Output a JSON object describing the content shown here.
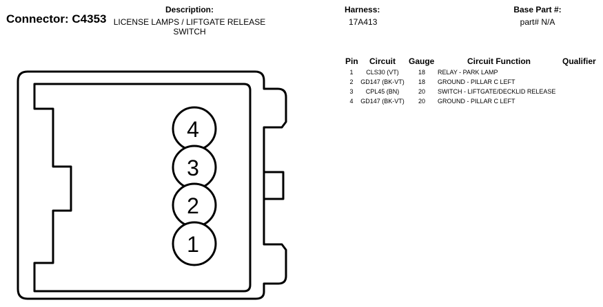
{
  "connector": {
    "label": "Connector: C4353"
  },
  "description": {
    "heading": "Description:",
    "line1": "LICENSE LAMPS / LIFTGATE RELEASE",
    "line2": "SWITCH"
  },
  "harness": {
    "heading": "Harness:",
    "value": "17A413"
  },
  "base_part": {
    "heading": "Base Part #:",
    "value": "part# N/A"
  },
  "table": {
    "headers": {
      "pin": "Pin",
      "circuit": "Circuit",
      "gauge": "Gauge",
      "function": "Circuit Function",
      "qualifier": "Qualifier"
    },
    "rows": [
      {
        "pin": "1",
        "circuit": "CLS30 (VT)",
        "gauge": "18",
        "function": "RELAY - PARK LAMP",
        "qualifier": ""
      },
      {
        "pin": "2",
        "circuit": "GD147 (BK-VT)",
        "gauge": "18",
        "function": "GROUND - PILLAR C LEFT",
        "qualifier": ""
      },
      {
        "pin": "3",
        "circuit": "CPL45 (BN)",
        "gauge": "20",
        "function": "SWITCH - LIFTGATE/DECKLID RELEASE",
        "qualifier": ""
      },
      {
        "pin": "4",
        "circuit": "GD147 (BK-VT)",
        "gauge": "20",
        "function": "GROUND - PILLAR C LEFT",
        "qualifier": ""
      }
    ]
  },
  "diagram": {
    "pin_labels": [
      "4",
      "3",
      "2",
      "1"
    ]
  }
}
